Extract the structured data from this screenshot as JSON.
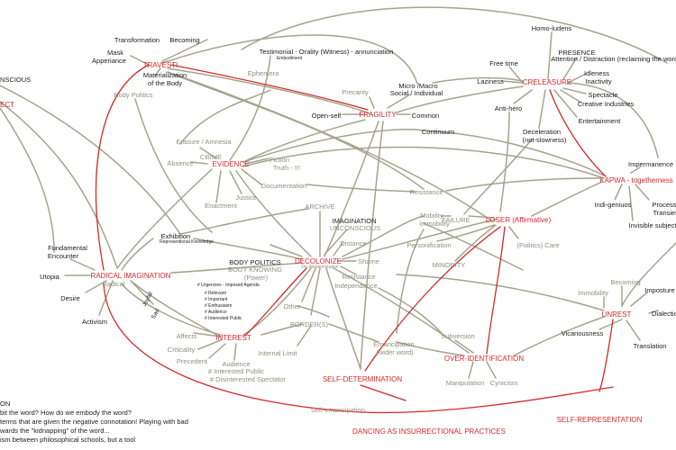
{
  "colors": {
    "red": "#d42a2a",
    "line": "#a6a38c",
    "text": "#1c1c1c",
    "gray": "#8f8f7c"
  },
  "nodes": {
    "homo_ludens": "Homo-ludens",
    "presence": "PRESENCE",
    "attention": "Attention / Distraction (reclaiming the word)",
    "idleness": "Idleness",
    "inactivity": "Inactivity",
    "free_time": "Free time",
    "laziness": "Laziness",
    "creleasure": "CRELEASURE",
    "spectacle": "Spectacle",
    "creative_industries": "Creative Industries",
    "entertainment": "Entertainment",
    "anti_hero": "Anti-hero",
    "deceleration": "Deceleration",
    "not_slowness": "(not-slowness)",
    "transformation": "Transformation",
    "becoming_top": "Becoming",
    "mask": "Mask",
    "appearance": "Apperiance",
    "travesti": "TRAVESTI",
    "materialization": "Materialization",
    "of_the_body": "of the Body",
    "body_politics_gray": "Body Politics",
    "testimonial": "Testimonial - Orality (Witness) - annunciation",
    "embodiment": "Embodiment",
    "ephemera": "Ephemera",
    "micro_macro": "Micro /Macro",
    "social_individual": "Social / Individual",
    "precarity": "Precarity",
    "open_self": "Open-self",
    "fragility": "FRAGILITY",
    "common": "Common",
    "continuum": "Continuum",
    "unconscious_left": "NSCIOUS",
    "ect_left": "ECT",
    "erasure": "Erasure / Amnesia",
    "crime": "CRIME",
    "absence": "Absence",
    "evidence": "EVIDENCE",
    "fiction": "Fiction",
    "truth": "Truth - !!!",
    "documentation": "Documentation",
    "justice": "Justice",
    "enactment": "Enactment",
    "archive": "ARCHIVE",
    "resistance_top": "Resistance",
    "impermanence": "Impermanence",
    "kapwa": "KAPWA - togetherness",
    "indi_geniuos": "Indi-geniuos",
    "process": "Process",
    "transient": "Transient",
    "invisible_subject": "Invisible subject",
    "imagination": "IMAGINATION",
    "unconscious": "UNCONSCIOUS",
    "mobility": "Mobility",
    "immobility": "Immobility",
    "failure": "FAILURE",
    "loser": "LOSER (Affirmative)",
    "exhibition": "Exhibition",
    "representional_knowledge": "Representional Knowledge",
    "fundamental": "Fundamental",
    "encounter": "Encounter",
    "distance": "Distance",
    "personification": "Personification",
    "politics_care": "(Politics) Care",
    "minority": "MINORITY",
    "body_politics": "BODY POLITICS",
    "body_knowing": "BODY KNOWING",
    "power": "(Power)",
    "decolonize": "DECOLONIZE",
    "de_westernization": "De-Westernization",
    "shame": "Shame",
    "utopia": "Utopia",
    "radical_imagination": "RADICAL IMAGINATION",
    "radical": "Radical",
    "desire": "Desire",
    "activism": "Activism",
    "urgencies": "# Urgencies - Imposed Agenda",
    "relevant": "# Relevant",
    "important": "# Important",
    "enthusiasm": "# Enthusiasm",
    "audience_hash": "# Audience",
    "interested_public_hash": "# Interested Public",
    "joyful": "Joyful",
    "sad": "Sad",
    "resistance": "Resistance",
    "independance": "Independance",
    "other": "Other",
    "borders": "BORDER(S)",
    "internal_limit": "Internal Limit",
    "affects": "Affects",
    "criticality": "Criticality",
    "precedent": "Precedent",
    "interest": "INTEREST",
    "audience": "Audience",
    "interested_public": "# Interested Public",
    "disinterested_spectator": "# Disinterested Spectator",
    "emancipation": "Emancipation",
    "wider_word": "(wider word)",
    "subversion": "Subversion",
    "over_identification": "OVER-IDENTIFICATION",
    "manipulation": "Manipulation",
    "cynicism": "Cynicism",
    "self_determination": "SELF-DETERMINATION",
    "self_emancipation": "Self-emancipation",
    "dancing": "DANCING AS INSURRECTIONAL PRACTICES",
    "self_representation": "SELF-REPRESENTATION",
    "becoming_right": "Becoming",
    "imposture": "Imposture",
    "immobility_right": "Immobility",
    "unrest": "UNREST",
    "dialectic": "Dialectica",
    "vicariousness": "Vicariousness",
    "translation": "Translation"
  },
  "notes": [
    "ON",
    "bit the word? How do we embody the word?",
    "terms that are given the negative connotation! Playing with bad",
    "wards the \"kidnapping\" of the word...",
    "ism between philosophical schools, but a tool"
  ]
}
